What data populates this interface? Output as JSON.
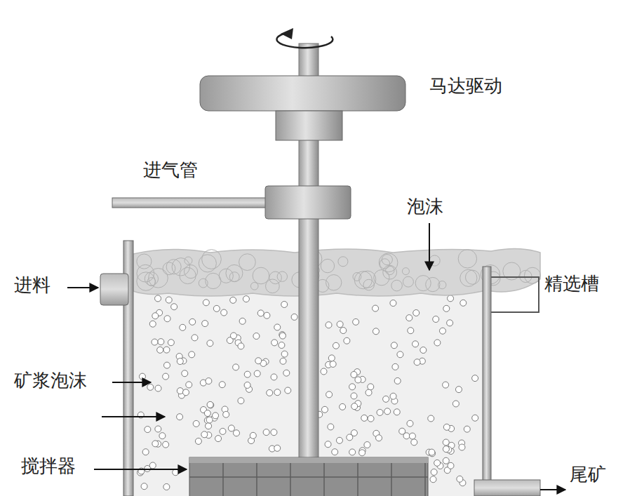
{
  "diagram": {
    "labels": [
      "马达驱动",
      "进气管",
      "泡沫",
      "进料",
      "精选槽",
      "矿浆泡沫",
      "搅拌器",
      "尾矿"
    ]
  }
}
